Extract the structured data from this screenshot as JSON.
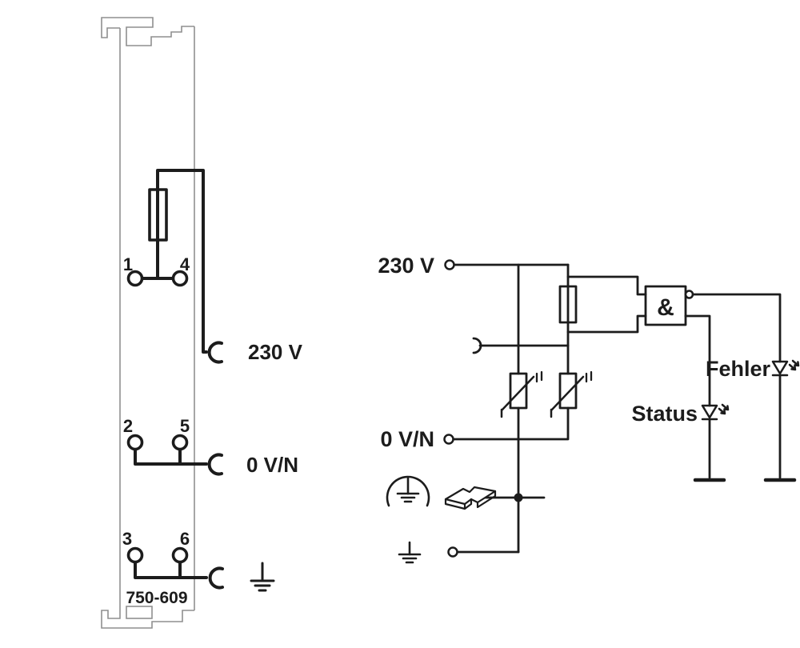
{
  "colors": {
    "line": "#1c1c1c",
    "module_outline": "#8f8f8f",
    "background": "#ffffff"
  },
  "module": {
    "part_number": "750-609",
    "terminals": [
      {
        "number": "1"
      },
      {
        "number": "4"
      },
      {
        "number": "2"
      },
      {
        "number": "5"
      },
      {
        "number": "3"
      },
      {
        "number": "6"
      }
    ],
    "labels": {
      "line_voltage": "230 V",
      "neutral": "0 V/N"
    },
    "symbols": [
      "fuse-symbol",
      "earth-ground-symbol",
      "power-jumper-contacts"
    ]
  },
  "schematic": {
    "inputs": {
      "line_voltage": "230 V",
      "neutral": "0 V/N"
    },
    "gate_label": "&",
    "leds": [
      {
        "label": "Status"
      },
      {
        "label": "Fehler"
      }
    ],
    "symbols": [
      "fuse-symbol",
      "varistor-symbol",
      "varistor-symbol",
      "and-gate",
      "led-status",
      "led-fehler",
      "protective-earth-housing-symbol",
      "din-rail-symbol",
      "earth-ground-symbol",
      "power-jumper-contact"
    ]
  }
}
